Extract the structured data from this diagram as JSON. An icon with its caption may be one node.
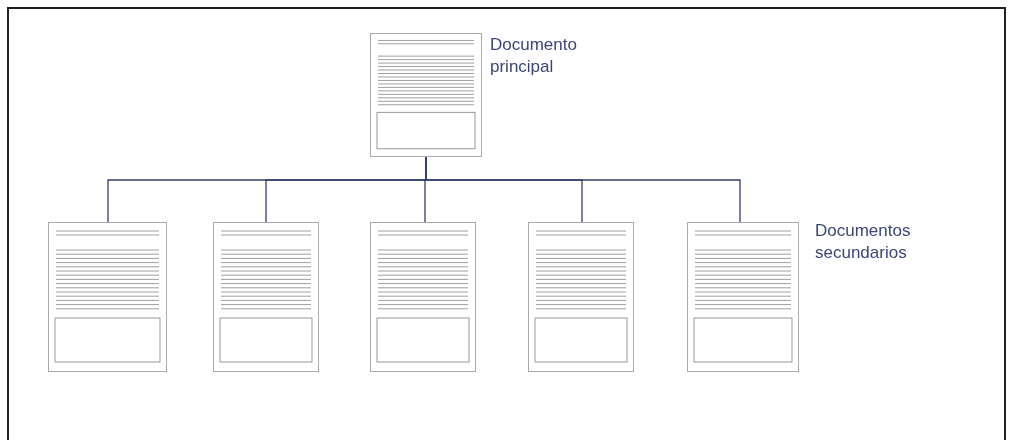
{
  "diagram": {
    "nodes": [
      {
        "text": [],
        "shape": "picture",
        "beside": [
          "Documento principal"
        ]
      },
      {
        "text": [],
        "shape": "picture"
      },
      {
        "text": [],
        "shape": "picture"
      },
      {
        "text": [],
        "shape": "picture"
      },
      {
        "text": [],
        "shape": "picture"
      },
      {
        "text": [],
        "shape": "picture"
      }
    ],
    "edges": [
      {
        "from": 0,
        "to": 1,
        "arrow": "none"
      },
      {
        "from": 0,
        "to": 2,
        "arrow": "none"
      },
      {
        "from": 0,
        "to": 3,
        "arrow": "none"
      },
      {
        "from": 0,
        "to": 4,
        "arrow": "none"
      },
      {
        "from": 0,
        "to": 5,
        "arrow": "none"
      }
    ],
    "labels": [
      "Documentos secundarios"
    ]
  }
}
